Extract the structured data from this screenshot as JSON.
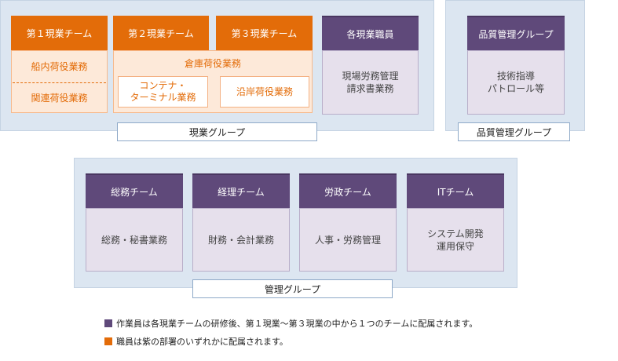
{
  "genba_group": {
    "label": "現業グループ",
    "team1": {
      "header": "第１現業チーム",
      "duties": [
        "船内荷役業務",
        "関連荷役業務"
      ]
    },
    "team2": {
      "header": "第２現業チーム"
    },
    "team3": {
      "header": "第３現業チーム"
    },
    "shared": {
      "title": "倉庫荷役業務",
      "sub1": "コンテナ・\nターミナル業務",
      "sub2": "沿岸荷役業務"
    },
    "staff": {
      "header": "各現業職員",
      "duties": "現場労務管理\n請求書業務"
    }
  },
  "quality_group": {
    "label": "品質管理グループ",
    "header": "品質管理グループ",
    "duties": "技術指導\nパトロール等"
  },
  "admin_group": {
    "label": "管理グループ",
    "teams": [
      {
        "header": "総務チーム",
        "duties": "総務・秘書業務"
      },
      {
        "header": "経理チーム",
        "duties": "財務・会計業務"
      },
      {
        "header": "労政チーム",
        "duties": "人事・労務管理"
      },
      {
        "header": "ITチーム",
        "duties": "システム開発\n運用保守"
      }
    ]
  },
  "legend": [
    {
      "color": "#5f497a",
      "text": "作業員は各現業チームの研修後、第１現業～第３現業の中から１つのチームに配属されます。"
    },
    {
      "color": "#e36c09",
      "text": "職員は紫の部署のいずれかに配属されます。"
    }
  ],
  "colors": {
    "orange": "#e36c09",
    "purple": "#5f497a",
    "group_bg": "#dce6f1"
  }
}
